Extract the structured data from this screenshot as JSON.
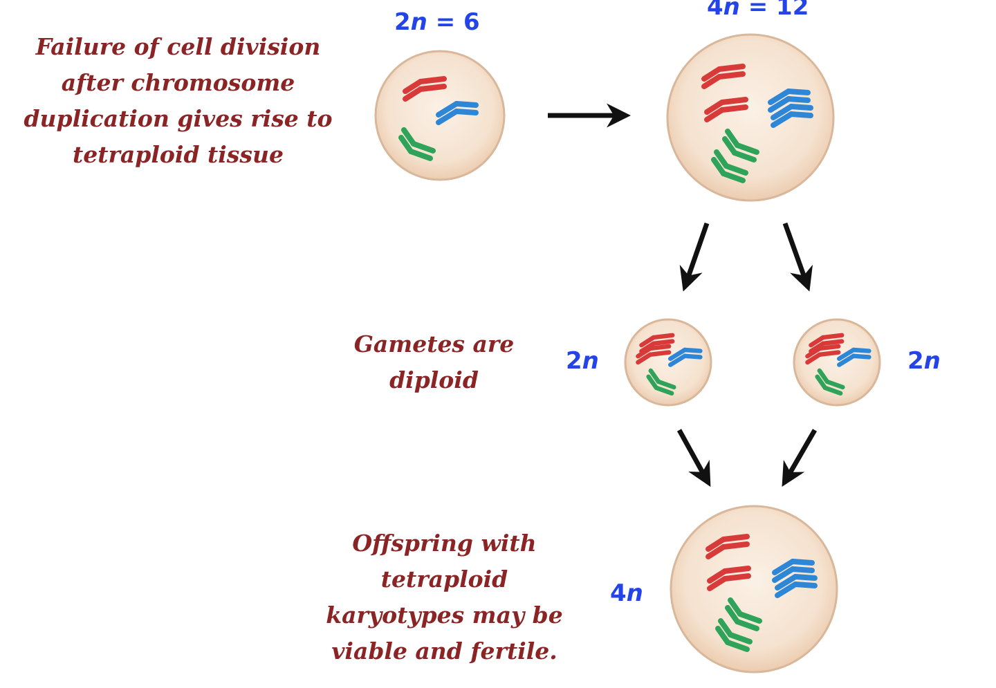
{
  "captions": {
    "failure": "Failure of cell division\nafter chromosome\nduplication gives rise to\ntetraploid tissue",
    "gametes": "Gametes are\ndiploid",
    "offspring": "Offspring with\ntetraploid\nkaryotypes may be\nviable and fertile."
  },
  "ploidy_labels": {
    "parent": {
      "prefix": "2",
      "var": "n",
      "suffix": " = 6"
    },
    "tetraploid": {
      "prefix": "4",
      "var": "n",
      "suffix": " = 12"
    },
    "gamete_left": {
      "prefix": "2",
      "var": "n",
      "suffix": ""
    },
    "gamete_right": {
      "prefix": "2",
      "var": "n",
      "suffix": ""
    },
    "offspring": {
      "prefix": "4",
      "var": "n",
      "suffix": ""
    }
  },
  "colors": {
    "caption": "#8b2424",
    "ploidy_label": "#2444e8",
    "cell_fill": "#f6e4d2",
    "cell_edge": "#d9b79a",
    "chromosome_red": "#d83a3a",
    "chromosome_blue": "#2e86d6",
    "chromosome_green": "#2fa35a",
    "arrow": "#111111"
  }
}
